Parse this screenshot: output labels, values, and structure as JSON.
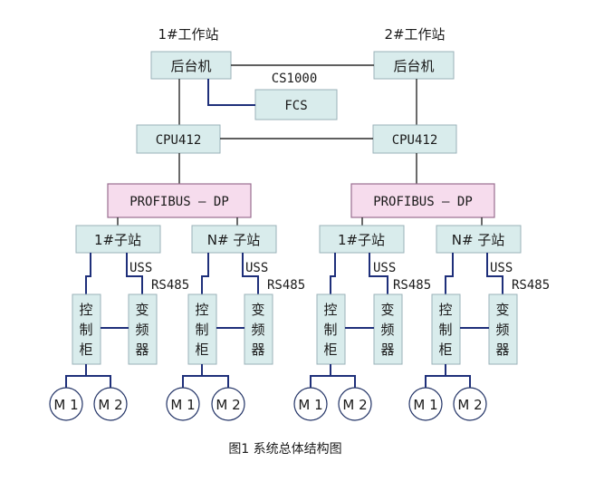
{
  "ws1_title": "1#工作站",
  "ws2_title": "2#工作站",
  "host_label": "后台机",
  "cs_label": "CS1000",
  "fcs_label": "FCS",
  "cpu_label": "CPU412",
  "profibus_label": "PROFIBUS — DP",
  "sub1_label": "1#子站",
  "subN_label": "N# 子站",
  "uss_label": "USS",
  "rs_label": "RS485",
  "cab_chars": [
    "控",
    "制",
    "柜"
  ],
  "inv_chars": [
    "变",
    "频",
    "器"
  ],
  "m1_label": "M 1",
  "m2_label": "M 2",
  "caption": "图1    系统总体结构图"
}
